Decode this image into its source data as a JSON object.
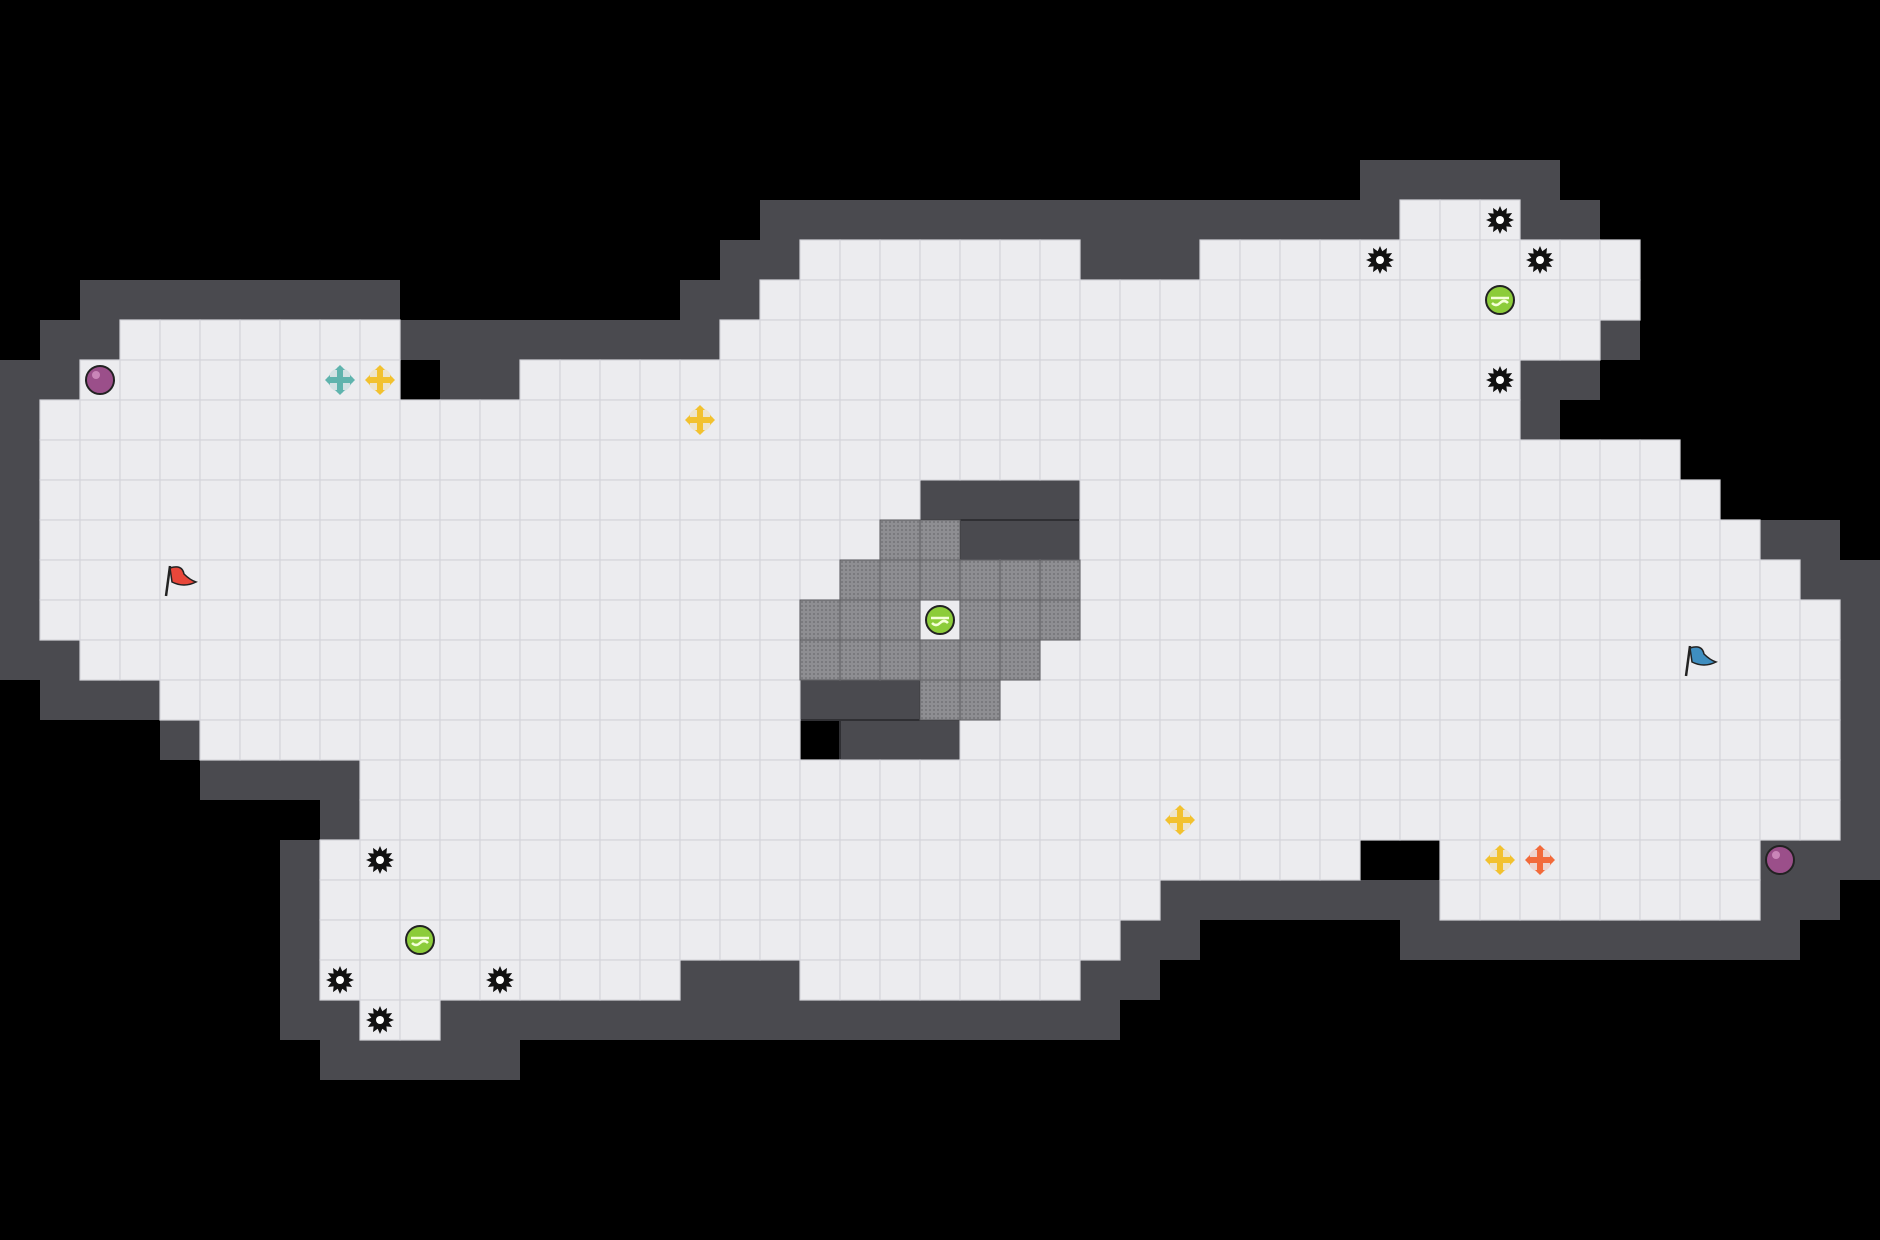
{
  "game": {
    "colors": {
      "background": "#000000",
      "wall": "#4a4a4f",
      "wall_edge": "#2f2f33",
      "floor": "#ececef",
      "grid": "#d4d4da",
      "grate": "#8e8e92",
      "red_team": "#e8473a",
      "blue_team": "#3f8ec0",
      "bomb": "#9b4f8a",
      "speed": "#8ccc3a",
      "boost_yellow": "#f2c12e",
      "boost_teal": "#5fb3ad",
      "boost_red": "#f26a3a",
      "spike": "#111111"
    },
    "entities": [
      {
        "type": "flag",
        "team": "red",
        "cell": [
          4,
          14
        ]
      },
      {
        "type": "flag",
        "team": "blue",
        "cell": [
          42,
          16
        ]
      },
      {
        "type": "bomb",
        "cell": [
          2,
          9
        ]
      },
      {
        "type": "bomb",
        "cell": [
          44,
          21
        ]
      },
      {
        "type": "powerup",
        "cell": [
          37,
          7
        ]
      },
      {
        "type": "powerup",
        "cell": [
          23,
          15
        ]
      },
      {
        "type": "powerup",
        "cell": [
          10,
          23
        ]
      },
      {
        "type": "boost",
        "team": "neutral",
        "cell": [
          8,
          9
        ],
        "color": "teal"
      },
      {
        "type": "boost",
        "team": "neutral",
        "cell": [
          9,
          9
        ],
        "color": "yellow"
      },
      {
        "type": "boost",
        "team": "neutral",
        "cell": [
          17,
          10
        ],
        "color": "yellow"
      },
      {
        "type": "boost",
        "team": "neutral",
        "cell": [
          29,
          20
        ],
        "color": "yellow"
      },
      {
        "type": "boost",
        "team": "neutral",
        "cell": [
          37,
          21
        ],
        "color": "yellow"
      },
      {
        "type": "boost",
        "team": "red",
        "cell": [
          38,
          21
        ],
        "color": "red"
      },
      {
        "type": "spike",
        "cell": [
          37,
          5
        ]
      },
      {
        "type": "spike",
        "cell": [
          34,
          6
        ]
      },
      {
        "type": "spike",
        "cell": [
          38,
          6
        ]
      },
      {
        "type": "spike",
        "cell": [
          37,
          9
        ]
      },
      {
        "type": "spike",
        "cell": [
          9,
          21
        ]
      },
      {
        "type": "spike",
        "cell": [
          8,
          24
        ]
      },
      {
        "type": "spike",
        "cell": [
          12,
          24
        ]
      },
      {
        "type": "spike",
        "cell": [
          9,
          25
        ]
      }
    ]
  }
}
